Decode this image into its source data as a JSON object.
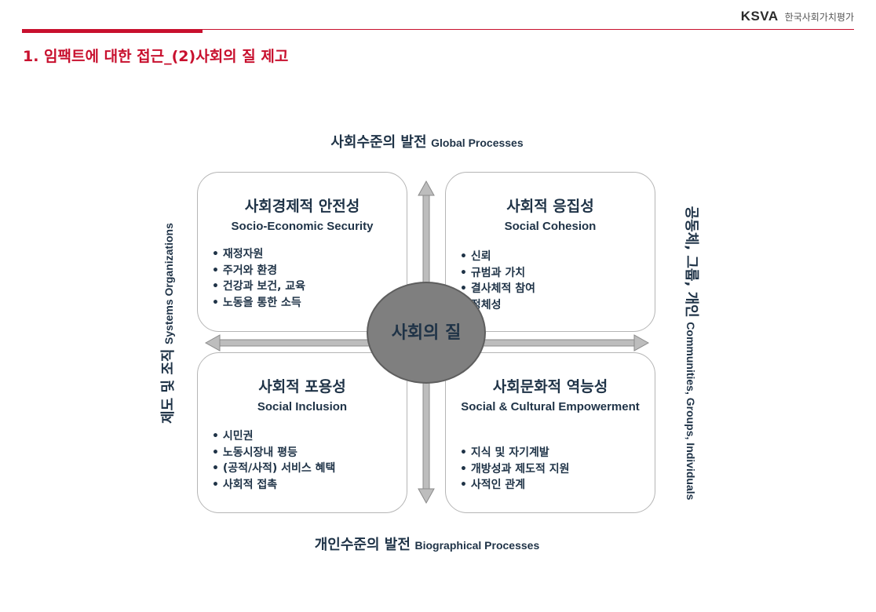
{
  "header": {
    "brand_logo": "KSVA",
    "brand_name": "한국사회가치평가",
    "title": "1. 임팩트에 대한 접근_(2)사회의 질 제고"
  },
  "colors": {
    "accent": "#c8102e",
    "text": "#1f3347",
    "box_border": "#b5b5b5",
    "arrow": "#bdbdbd",
    "center_fill": "#7f7f7f"
  },
  "diagram": {
    "center": "사회의 질",
    "axes": {
      "top": {
        "ko": "사회수준의 발전",
        "en": "Global Processes"
      },
      "bottom": {
        "ko": "개인수준의 발전",
        "en": "Biographical Processes"
      },
      "left": {
        "ko": "제도 및 조직",
        "en": "Systems Organizations"
      },
      "right": {
        "ko": "공동체, 그룹, 개인",
        "en": "Communities, Groups, Individuals"
      }
    },
    "quadrants": [
      {
        "title": "사회경제적 안전성",
        "subtitle": "Socio-Economic Security",
        "items": [
          "재정자원",
          "주거와 환경",
          "건강과 보건, 교육",
          "노동을 통한 소득"
        ]
      },
      {
        "title": "사회적 응집성",
        "subtitle": "Social Cohesion",
        "items": [
          "신뢰",
          "규범과 가치",
          "결사체적 참여",
          "정체성"
        ]
      },
      {
        "title": "사회적 포용성",
        "subtitle": "Social Inclusion",
        "items": [
          "시민권",
          "노동시장내 평등",
          "(공적/사적) 서비스 혜택",
          "사회적 접촉"
        ]
      },
      {
        "title": "사회문화적 역능성",
        "subtitle": "Social & Cultural Empowerment",
        "items": [
          "지식 및 자기계발",
          "개방성과 제도적 지원",
          "사적인 관계"
        ]
      }
    ]
  }
}
